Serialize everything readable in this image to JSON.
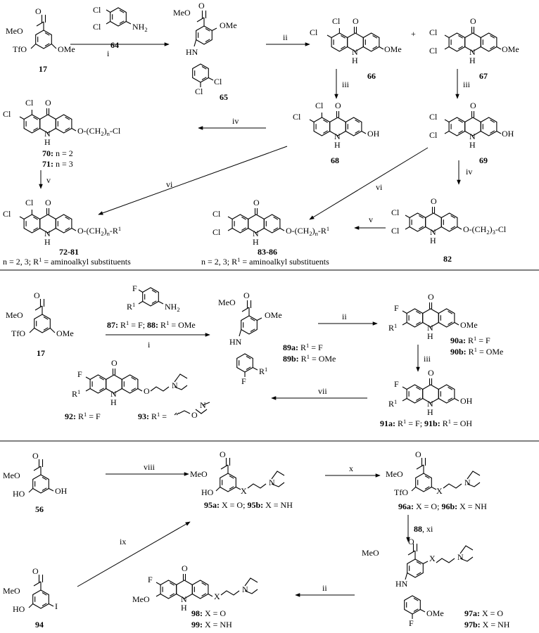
{
  "atoms": {
    "cl": "Cl",
    "f": "F",
    "o": "O",
    "h": "H",
    "n": "N",
    "i": "I",
    "meo": "MeO",
    "ome": "OMe",
    "oh": "OH",
    "ho": "HO",
    "tfo": "TfO",
    "nh2": "NH",
    "hn": "HN",
    "r1": "R",
    "x": "X",
    "one": "1",
    "two": "2",
    "three": "3",
    "n_sub": "n"
  },
  "panel1": {
    "compounds": {
      "c17": "17",
      "c64": "64",
      "c65": "65",
      "c66": "66",
      "c67": "67",
      "c68": "68",
      "c69": "69",
      "c82": "82",
      "c7281": "72-81",
      "c8386": "83-86"
    },
    "side_chain_n_cl": "O-(CH",
    "side_chain_n_cl_tail": ")",
    "side_chain_n_cl_end": "-Cl",
    "side_chain_3_cl_end": "-Cl",
    "side_chain_r1": "O-(CH",
    "side_chain_r1_end": "-R",
    "c70_label": "70:",
    "c70_text": " n = 2",
    "c71_label": "71:",
    "c71_text": " n = 3",
    "note_7281": "n = 2, 3; R",
    "note_8386": "n = 2, 3; R",
    "note_tail": " = aminoalkyl substituents"
  },
  "panel2": {
    "compounds": {
      "c17": "17",
      "c87": "87:",
      "c88": "88:",
      "c89a": "89a:",
      "c89b": "89b:",
      "c90a": "90a:",
      "c90b": "90b:",
      "c91a": "91a:",
      "c91b": "91b:",
      "c92": "92:",
      "c93": "93:"
    },
    "r1_f": " = F;",
    "r1_ome": " = OMe",
    "r1_f_only": " = F",
    "r1_oh": " = OH",
    "r1_eq": " ="
  },
  "panel3": {
    "compounds": {
      "c56": "56",
      "c94": "94",
      "c95a": "95a:",
      "c95b": "95b:",
      "c96a": "96a:",
      "c96b": "96b:",
      "c97a": "97a:",
      "c97b": "97b:",
      "c98": "98:",
      "c99": "99:",
      "c88": "88"
    },
    "x_o_semi": " X = O;",
    "x_nh": " X = NH",
    "x_o": " X = O"
  },
  "steps": {
    "i": "i",
    "ii": "ii",
    "iii": "iii",
    "iv": "iv",
    "v": "v",
    "vi": "vi",
    "vii": "vii",
    "viii": "viii",
    "ix": "ix",
    "x": "x",
    "xi": ", xi"
  }
}
